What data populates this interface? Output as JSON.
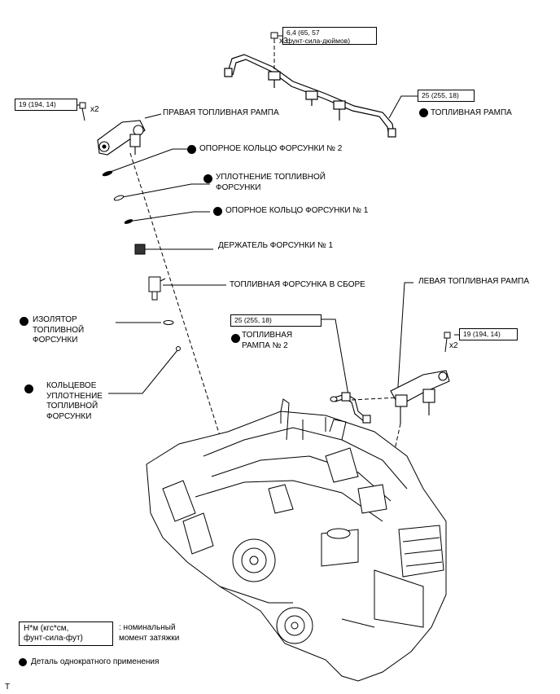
{
  "labels": {
    "right_rail": "ПРАВАЯ ТОПЛИВНАЯ РАМПА",
    "fuel_rail": "ТОПЛИВНАЯ РАМПА",
    "support_ring_2": "ОПОРНОЕ КОЛЬЦО ФОРСУНКИ № 2",
    "injector_seal_l1": "УПЛОТНЕНИЕ ТОПЛИВНОЙ",
    "injector_seal_l2": "ФОРСУНКИ",
    "support_ring_1": "ОПОРНОЕ КОЛЬЦО ФОРСУНКИ № 1",
    "holder_1": "ДЕРЖАТЕЛЬ ФОРСУНКИ № 1",
    "injector_assy": "ТОПЛИВНАЯ ФОРСУНКА В СБОРЕ",
    "left_rail": "ЛЕВАЯ ТОПЛИВНАЯ РАМПА",
    "insulator_l1": "ИЗОЛЯТОР",
    "insulator_l2": "ТОПЛИВНОЙ",
    "insulator_l3": "ФОРСУНКИ",
    "fuel_rail_2_l1": "ТОПЛИВНАЯ",
    "fuel_rail_2_l2": "РАМПА № 2",
    "o_ring_l1": "КОЛЬЦЕВОЕ",
    "o_ring_l2": "УПЛОТНЕНИЕ",
    "o_ring_l3": "ТОПЛИВНОЙ",
    "o_ring_l4": "ФОРСУНКИ"
  },
  "torque": {
    "top_l1": "6,4 (65, 57",
    "top_l2": "фунт-сила-дюймов)",
    "right_bolt": "19 (194, 14)",
    "rail_pipe": "25 (255, 18)",
    "rail2_pipe": "25 (255, 18)",
    "left_bolt": "19 (194, 14)"
  },
  "multipliers": {
    "top": "x3",
    "right": "x2",
    "left": "x2"
  },
  "legend": {
    "unit_l1": "Н*м (кгс*см,",
    "unit_l2": "фунт-сила-фут)",
    "desc_l1": ": номинальный",
    "desc_l2": "момент затяжки",
    "non_reusable": "Деталь однократного применения"
  },
  "corner_mark": "T"
}
